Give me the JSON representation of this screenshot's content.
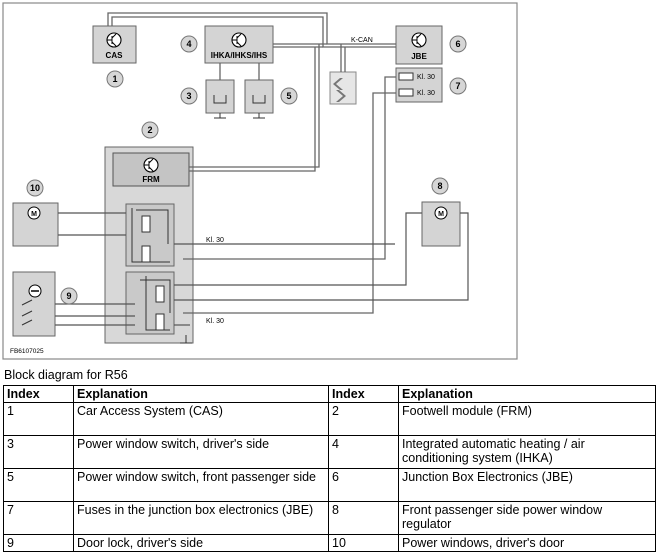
{
  "diagram": {
    "modules": {
      "cas": "CAS",
      "ihka": "IHKA/IHKS/IHS",
      "jbe": "JBE",
      "frm": "FRM"
    },
    "bus_label": "K-CAN",
    "fuse_labels": [
      "Kl. 30",
      "Kl. 30"
    ],
    "wire_labels": [
      "Kl. 30",
      "Kl. 30"
    ],
    "motor_symbol": "M",
    "callouts": [
      "1",
      "2",
      "3",
      "4",
      "5",
      "6",
      "7",
      "8",
      "9",
      "10"
    ],
    "figure_id": "FB6107025"
  },
  "caption": "Block diagram for R56",
  "table": {
    "headers": [
      "Index",
      "Explanation",
      "Index",
      "Explanation"
    ],
    "rows": [
      [
        "1",
        "Car Access System (CAS)",
        "2",
        "Footwell module (FRM)"
      ],
      [
        "3",
        "Power window switch, driver's side",
        "4",
        "Integrated automatic heating / air conditioning system (IHKA)"
      ],
      [
        "5",
        "Power window switch, front passenger side",
        "6",
        "Junction Box Electronics (JBE)"
      ],
      [
        "7",
        "Fuses in the junction box electronics (JBE)",
        "8",
        "Front passenger side power window regulator"
      ],
      [
        "9",
        "Door lock, driver's side",
        "10",
        "Power windows, driver's door"
      ]
    ]
  }
}
